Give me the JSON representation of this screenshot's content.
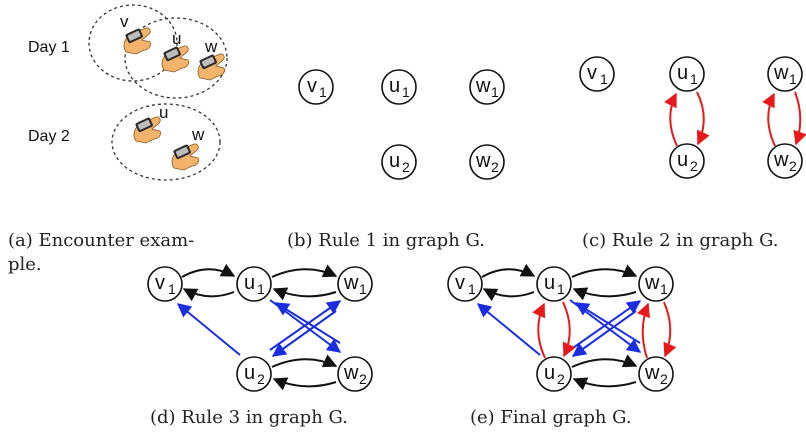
{
  "panel_a": {
    "day1_label": "Day 1",
    "day2_label": "Day 2",
    "day1_nodes": [
      "v",
      "u",
      "w"
    ],
    "day2_nodes": [
      "u",
      "w"
    ],
    "device_icon": "handheld-device-icon",
    "caption_line1": "(a)  Encounter   exam-",
    "caption_line2": "ple."
  },
  "panel_b": {
    "caption": "(b) Rule 1 in graph G."
  },
  "panel_c": {
    "caption": "(c) Rule 2 in graph G."
  },
  "panel_d": {
    "caption": "(d) Rule 3 in graph G."
  },
  "panel_e": {
    "caption": "(e) Final graph G."
  },
  "nodes": {
    "v1": {
      "base": "v",
      "sub": "1"
    },
    "u1": {
      "base": "u",
      "sub": "1"
    },
    "w1": {
      "base": "w",
      "sub": "1"
    },
    "u2": {
      "base": "u",
      "sub": "2"
    },
    "w2": {
      "base": "w",
      "sub": "2"
    }
  },
  "colors": {
    "rule1_edge": "#111111",
    "rule2_edge": "#e8191a",
    "rule3_edge": "#1a2ee0",
    "device_hand": "#f2b36a",
    "device_body": "#2b2b2b"
  }
}
